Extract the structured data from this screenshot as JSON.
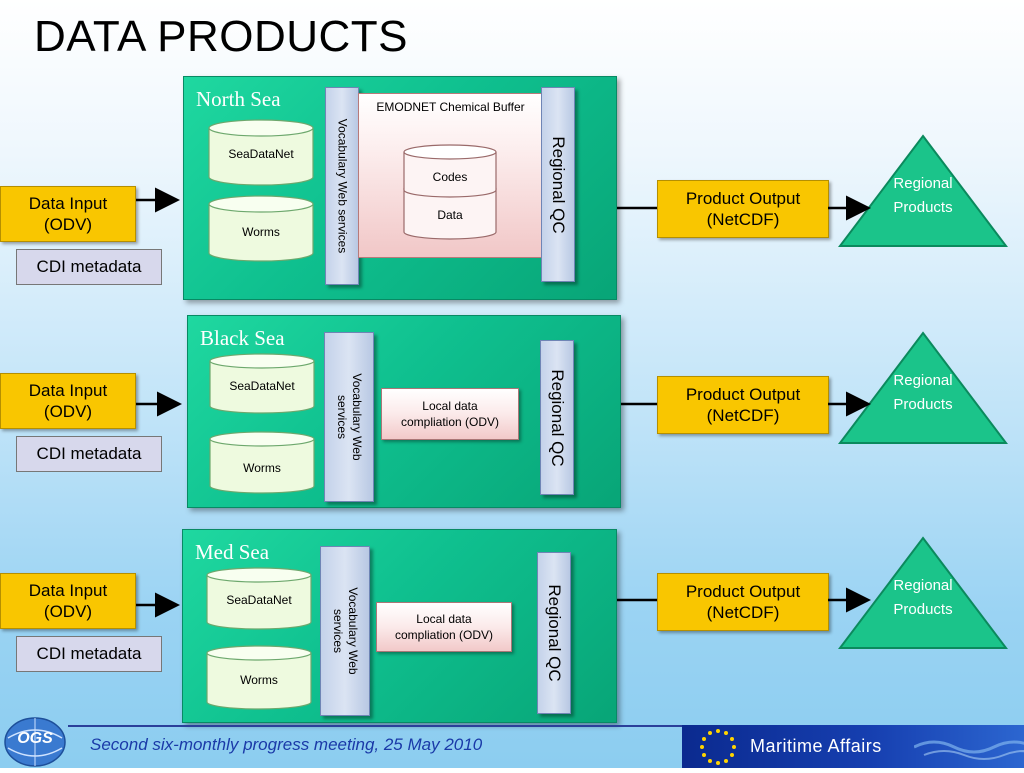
{
  "title": "DATA PRODUCTS",
  "rows": [
    {
      "region": "North Sea",
      "databases": [
        "SeaDataNet",
        "Worms"
      ],
      "vocab": "Vocabulary Web services",
      "buffer": {
        "title": "EMODNET Chemical Buffer",
        "items": [
          "Codes",
          "Data"
        ]
      },
      "qc": "Regional QC",
      "input": {
        "line1": "Data Input",
        "line2": "(ODV)"
      },
      "cdi": "CDI metadata",
      "output": {
        "line1": "Product Output",
        "line2": "(NetCDF)"
      },
      "products": "Regional Products"
    },
    {
      "region": "Black Sea",
      "databases": [
        "SeaDataNet",
        "Worms"
      ],
      "vocab": [
        "Vocabulary Web",
        "services"
      ],
      "local": [
        "Local data",
        "compliation (ODV)"
      ],
      "qc": "Regional QC",
      "input": {
        "line1": "Data Input",
        "line2": "(ODV)"
      },
      "cdi": "CDI metadata",
      "output": {
        "line1": "Product Output",
        "line2": "(NetCDF)"
      },
      "products": "Regional Products"
    },
    {
      "region": "Med Sea",
      "databases": [
        "SeaDataNet",
        "Worms"
      ],
      "vocab": [
        "Vocabulary Web",
        "services"
      ],
      "local": [
        "Local data",
        "compliation (ODV)"
      ],
      "qc": "Regional QC",
      "input": {
        "line1": "Data Input",
        "line2": "(ODV)"
      },
      "cdi": "CDI metadata",
      "output": {
        "line1": "Product Output",
        "line2": "(NetCDF)"
      },
      "products": "Regional Products"
    }
  ],
  "footer": {
    "text": "Second six-monthly progress meeting, 25 May 2010",
    "logo": "OGS",
    "eu_label": "Maritime Affairs"
  },
  "colors": {
    "panel": "#0fc08f",
    "yellow_box": "#f9c600",
    "triangle": "#1bc48a",
    "footer_text": "#1a3aa8"
  }
}
